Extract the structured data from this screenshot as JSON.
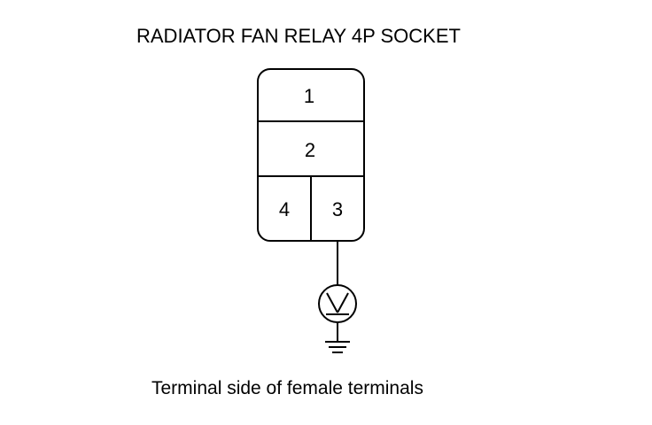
{
  "diagram": {
    "title": "RADIATOR FAN RELAY 4P SOCKET",
    "caption": "Terminal side of female terminals",
    "terminals": {
      "t1": "1",
      "t2": "2",
      "t3": "3",
      "t4": "4"
    },
    "colors": {
      "line": "#000000",
      "background": "#ffffff"
    },
    "icons": {
      "meter": "voltmeter-icon",
      "ground": "ground-icon"
    }
  }
}
